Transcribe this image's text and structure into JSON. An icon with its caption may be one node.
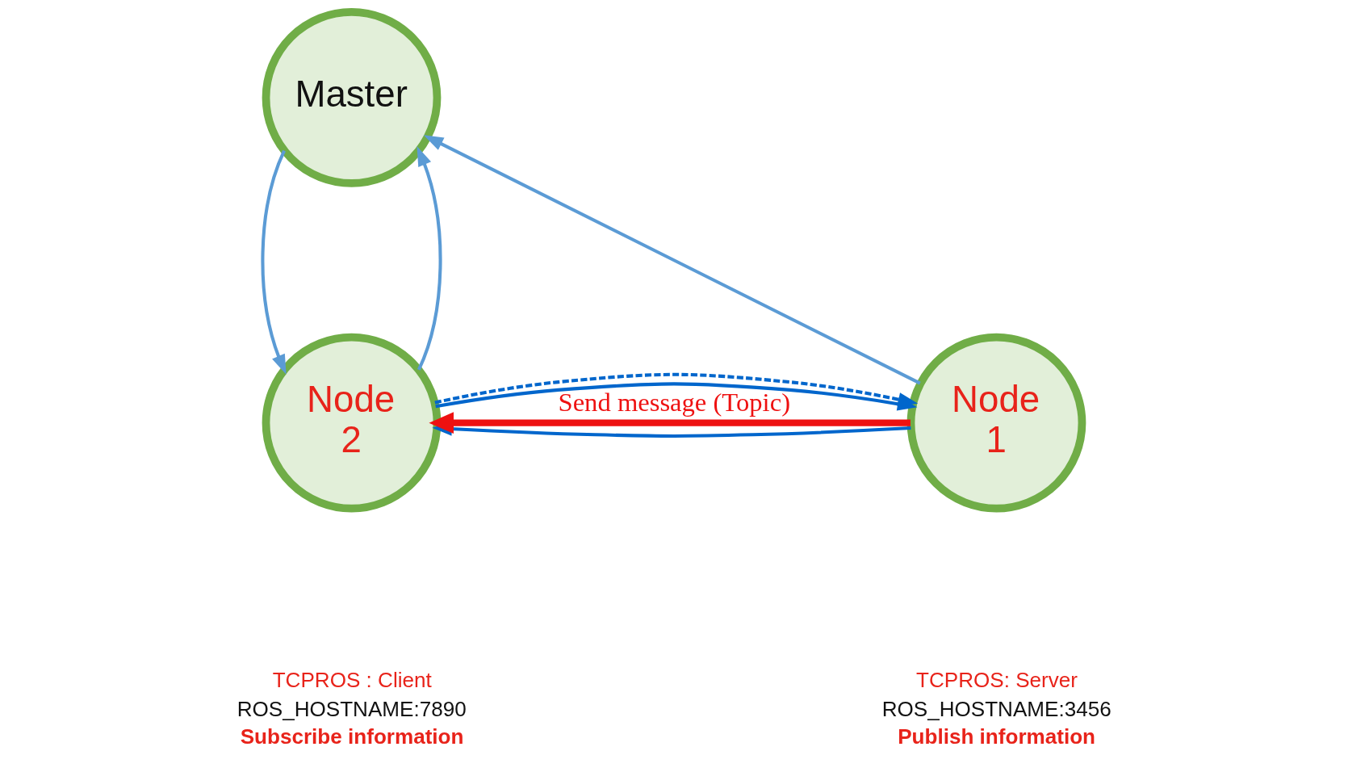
{
  "diagram": {
    "nodes": [
      {
        "text": [
          "Master"
        ]
      },
      {
        "text": [
          "Node 1"
        ],
        "beside": [
          "TCPROS: Server",
          "ROS_HOSTNAME:3456",
          "Publish information"
        ]
      },
      {
        "text": [
          "Node 2"
        ],
        "beside": [
          "TCPROS : Client",
          "ROS_HOSTNAME:7890",
          "Subscribe information"
        ]
      }
    ],
    "edges": [
      {
        "from": 1,
        "to": 0,
        "arrow": "to"
      },
      {
        "from": 0,
        "to": 2,
        "arrow": "to"
      },
      {
        "from": 2,
        "to": 0,
        "arrow": "to"
      },
      {
        "from": 2,
        "to": 1,
        "arrow": "to",
        "color": "#0066cc"
      },
      {
        "from": 1,
        "to": 2,
        "arrow": "to",
        "color": "#0066cc"
      },
      {
        "from": 2,
        "to": 1,
        "arrow": "to",
        "style": "dashed",
        "color": "#0066cc"
      },
      {
        "from": 1,
        "to": 2,
        "arrow": "to",
        "style": "thick",
        "color": "#ee1111",
        "label": "Send message (Topic)"
      }
    ]
  }
}
